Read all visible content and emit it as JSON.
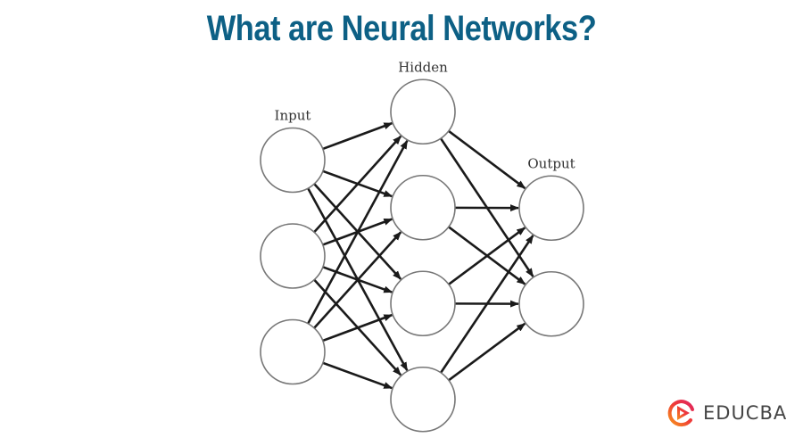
{
  "title": "What are Neural Networks?",
  "title_color": "#0d6085",
  "diagram": {
    "layers": [
      {
        "name": "input",
        "label": "Input",
        "nodes": 3
      },
      {
        "name": "hidden",
        "label": "Hidden",
        "nodes": 4
      },
      {
        "name": "output",
        "label": "Output",
        "nodes": 2
      }
    ],
    "connections": "fully-connected",
    "edge_color": "#1a1a1a",
    "node_stroke": "#777777"
  },
  "brand": {
    "name": "EDUCBA",
    "logo_icon": "play-circle-icon"
  }
}
